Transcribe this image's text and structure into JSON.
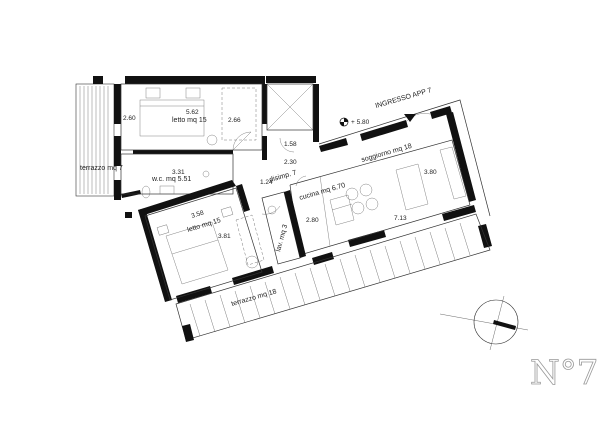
{
  "rooms": {
    "bedroom_top": "letto  mq 15",
    "wc": "w.c.   mq 5.51",
    "terrace_left": "terrazzo mq 7",
    "hall": "disimp. 7",
    "living": "soggiorno mq 18",
    "kitchen": "cucina mq 6.70",
    "bedroom_bottom": "letto  mq 15",
    "bath": "lav. mq 3",
    "terrace_bottom": "terrazzo mq 18"
  },
  "dimensions": {
    "d_562": "5.62",
    "d_260": "2.60",
    "d_266": "2.66",
    "d_331": "3.31",
    "d_158": "1.58",
    "d_230": "2.30",
    "d_124": "1.24",
    "d_380": "3.80",
    "d_280": "2.80",
    "d_713": "7.13",
    "d_358": "3.58",
    "d_381": "3.81"
  },
  "entrance": {
    "label": "INGRESSO APP 7",
    "level": "+ 5.80"
  },
  "unit_number": "N°7"
}
